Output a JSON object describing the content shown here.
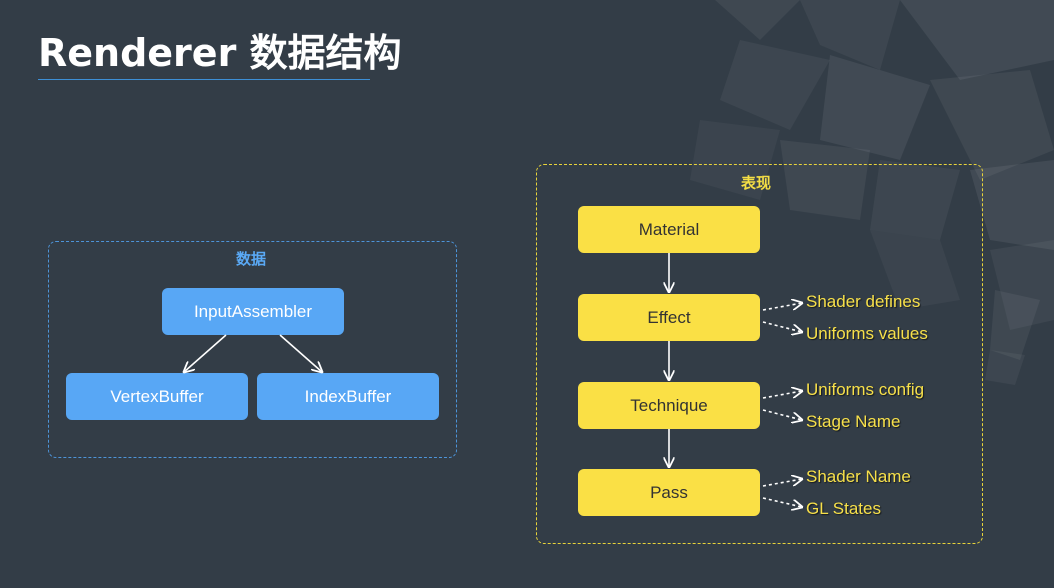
{
  "title": "Renderer 数据结构",
  "colors": {
    "background": "#333d47",
    "accent_blue": "#58a7f5",
    "accent_yellow": "#fae045",
    "label_yellow": "#f7e04a"
  },
  "data_group": {
    "label": "数据",
    "nodes": {
      "input_assembler": "InputAssembler",
      "vertex_buffer": "VertexBuffer",
      "index_buffer": "IndexBuffer"
    }
  },
  "show_group": {
    "label": "表现",
    "nodes": {
      "material": "Material",
      "effect": "Effect",
      "technique": "Technique",
      "pass": "Pass"
    },
    "effect_props": [
      "Shader defines",
      "Uniforms values"
    ],
    "technique_props": [
      "Uniforms config",
      "Stage Name"
    ],
    "pass_props": [
      "Shader Name",
      "GL States"
    ]
  }
}
